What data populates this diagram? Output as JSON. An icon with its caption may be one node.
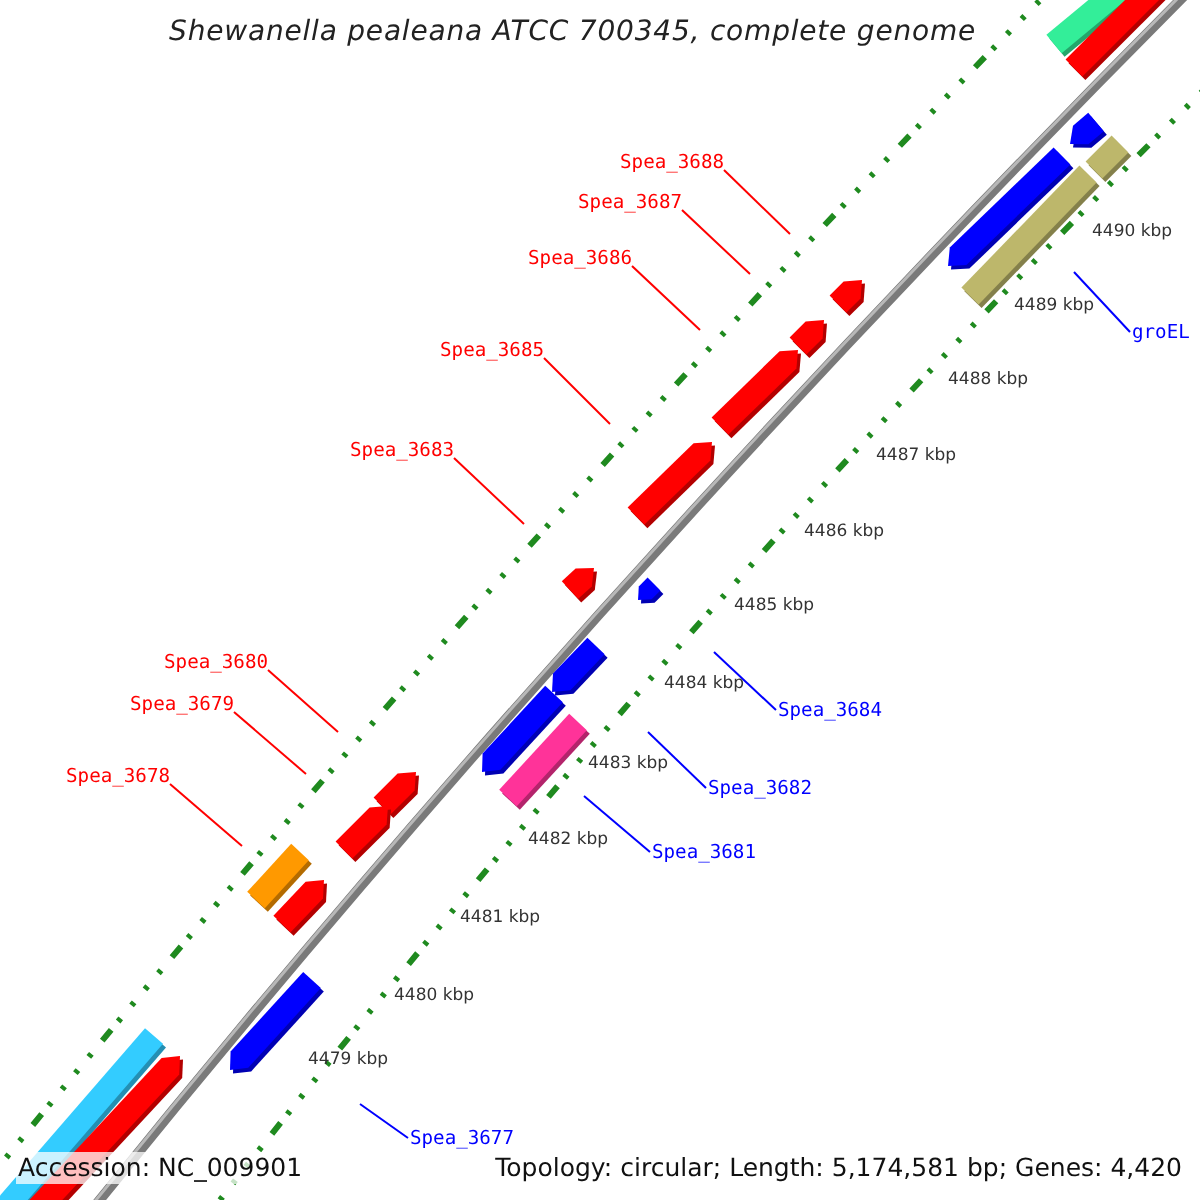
{
  "diagram": {
    "title": "Shewanella pealeana ATCC 700345, complete genome",
    "nodes": [
      {
        "text": [
          "Spea_3688"
        ]
      },
      {
        "text": [
          "Spea_3687"
        ]
      },
      {
        "text": [
          "Spea_3686"
        ]
      },
      {
        "text": [
          "Spea_3685"
        ]
      },
      {
        "text": [
          "groEL"
        ]
      },
      {
        "text": [
          "Spea_3683"
        ]
      },
      {
        "text": [
          "Spea_3680"
        ]
      },
      {
        "text": [
          "Spea_3679"
        ]
      },
      {
        "text": [
          "Spea_3684"
        ]
      },
      {
        "text": [
          "Spea_3678"
        ]
      },
      {
        "text": [
          "Spea_3682"
        ]
      },
      {
        "text": [
          "Spea_3681"
        ]
      },
      {
        "text": [
          "Spea_3677"
        ]
      }
    ],
    "edges": [
      {
        "from": 0,
        "to": null,
        "arrow": "none"
      },
      {
        "from": 1,
        "to": null,
        "arrow": "none"
      },
      {
        "from": 2,
        "to": null,
        "arrow": "none"
      },
      {
        "from": 3,
        "to": null,
        "arrow": "none"
      },
      {
        "from": 4,
        "to": null,
        "arrow": "none",
        "color": "#0000ff"
      },
      {
        "from": 5,
        "to": null,
        "arrow": "none"
      },
      {
        "from": 6,
        "to": null,
        "arrow": "none"
      },
      {
        "from": 7,
        "to": null,
        "arrow": "none"
      },
      {
        "from": 8,
        "to": null,
        "arrow": "none",
        "color": "#0000ff"
      },
      {
        "from": 9,
        "to": null,
        "arrow": "none"
      },
      {
        "from": 10,
        "to": null,
        "arrow": "none",
        "color": "#0000ff"
      },
      {
        "from": 11,
        "to": null,
        "arrow": "none",
        "color": "#0000ff"
      },
      {
        "from": 12,
        "to": null,
        "arrow": "none",
        "color": "#0000ff"
      }
    ],
    "labels": [
      "4490 kbp",
      "4489 kbp",
      "4488 kbp",
      "4487 kbp",
      "4486 kbp",
      "4485 kbp",
      "4484 kbp",
      "4483 kbp",
      "4482 kbp",
      "4481 kbp",
      "4480 kbp",
      "4479 kbp",
      "Accession: NC_009901",
      "Topology: circular; Length: 5,174,581 bp; Genes: 4,420"
    ]
  }
}
